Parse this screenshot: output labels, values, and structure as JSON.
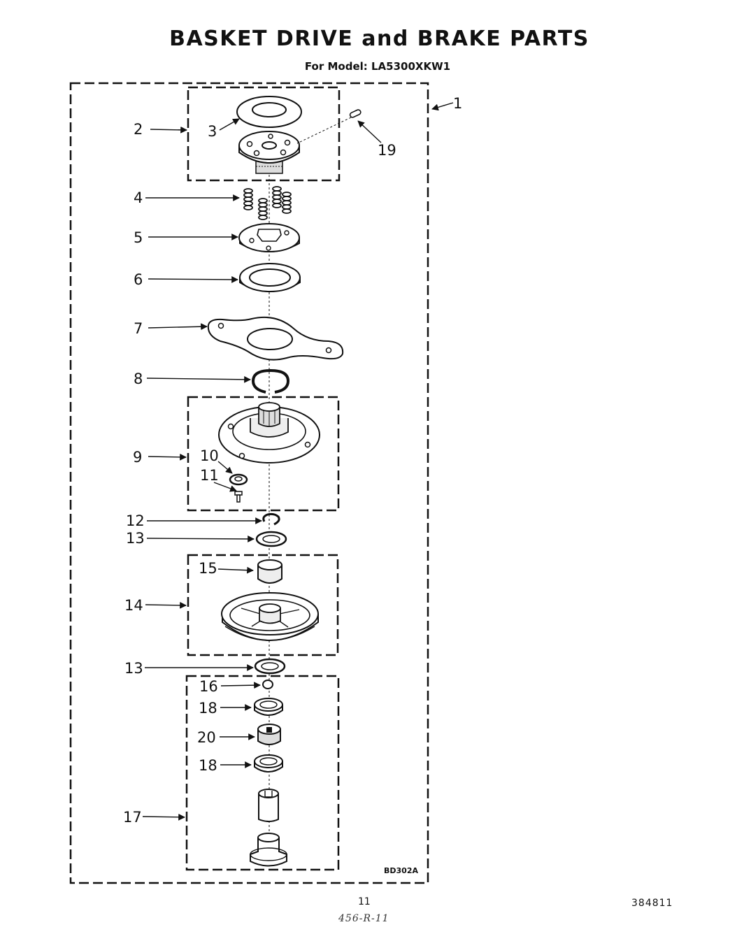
{
  "header": {
    "title": "BASKET DRIVE and BRAKE PARTS",
    "model_line": "For Model: LA5300XKW1"
  },
  "callouts": {
    "c1": "1",
    "c2": "2",
    "c3": "3",
    "c4": "4",
    "c5": "5",
    "c6": "6",
    "c7": "7",
    "c8": "8",
    "c9": "9",
    "c10": "10",
    "c11": "11",
    "c12": "12",
    "c13a": "13",
    "c13b": "13",
    "c14": "14",
    "c15": "15",
    "c16": "16",
    "c17": "17",
    "c18a": "18",
    "c18b": "18",
    "c19": "19",
    "c20": "20"
  },
  "drawing_code": "BD302A",
  "footer": {
    "page_number": "11",
    "document_number": "384811",
    "handwritten_note": "456-R-11"
  }
}
